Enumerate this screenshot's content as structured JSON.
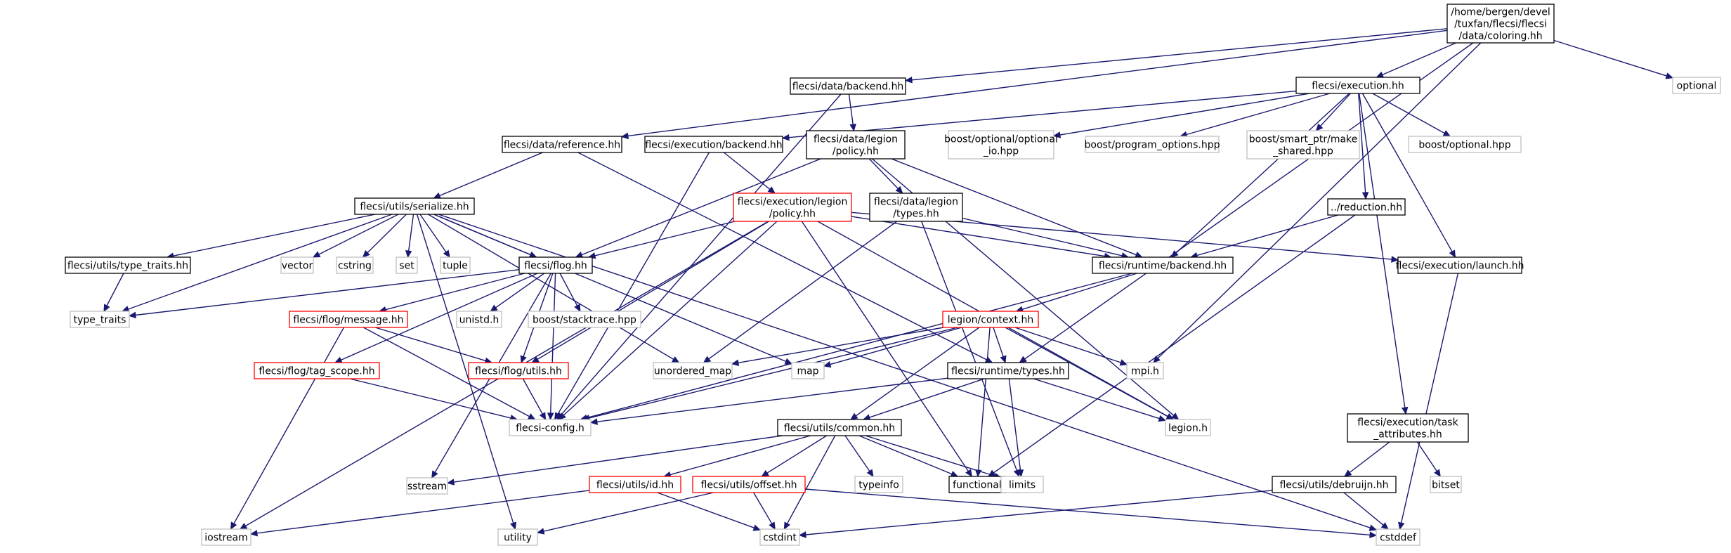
{
  "colors": {
    "edge": "#191970",
    "root_fill": "#bfbfbf",
    "border_normal": "#000000",
    "border_truncated": "#ff0000",
    "border_system": "#bfbfbf"
  },
  "nodes": [
    {
      "id": "root",
      "lines": [
        "/home/bergen/devel",
        "/tuxfan/flecsi/flecsi",
        "/data/coloring.hh"
      ],
      "kind": "root"
    },
    {
      "id": "data_backend",
      "lines": [
        "flecsi/data/backend.hh"
      ],
      "kind": "normal"
    },
    {
      "id": "execution",
      "lines": [
        "flecsi/execution.hh"
      ],
      "kind": "normal"
    },
    {
      "id": "optional",
      "lines": [
        "optional"
      ],
      "kind": "system"
    },
    {
      "id": "data_reference",
      "lines": [
        "flecsi/data/reference.hh"
      ],
      "kind": "normal"
    },
    {
      "id": "exec_backend",
      "lines": [
        "flecsi/execution/backend.hh"
      ],
      "kind": "normal"
    },
    {
      "id": "data_legion_policy",
      "lines": [
        "flecsi/data/legion",
        "/policy.hh"
      ],
      "kind": "normal"
    },
    {
      "id": "boost_optional_io",
      "lines": [
        "boost/optional/optional",
        "_io.hpp"
      ],
      "kind": "system"
    },
    {
      "id": "boost_program_options",
      "lines": [
        "boost/program_options.hpp"
      ],
      "kind": "system"
    },
    {
      "id": "boost_make_shared",
      "lines": [
        "boost/smart_ptr/make",
        "_shared.hpp"
      ],
      "kind": "system"
    },
    {
      "id": "boost_optional",
      "lines": [
        "boost/optional.hpp"
      ],
      "kind": "system"
    },
    {
      "id": "utils_serialize",
      "lines": [
        "flecsi/utils/serialize.hh"
      ],
      "kind": "normal"
    },
    {
      "id": "exec_legion_policy",
      "lines": [
        "flecsi/execution/legion",
        "/policy.hh"
      ],
      "kind": "truncated"
    },
    {
      "id": "data_legion_types",
      "lines": [
        "flecsi/data/legion",
        "/types.hh"
      ],
      "kind": "normal"
    },
    {
      "id": "reduction",
      "lines": [
        "../reduction.hh"
      ],
      "kind": "normal"
    },
    {
      "id": "utils_type_traits",
      "lines": [
        "flecsi/utils/type_traits.hh"
      ],
      "kind": "normal"
    },
    {
      "id": "vector",
      "lines": [
        "vector"
      ],
      "kind": "system"
    },
    {
      "id": "cstring",
      "lines": [
        "cstring"
      ],
      "kind": "system"
    },
    {
      "id": "set",
      "lines": [
        "set"
      ],
      "kind": "system"
    },
    {
      "id": "tuple",
      "lines": [
        "tuple"
      ],
      "kind": "system"
    },
    {
      "id": "flog",
      "lines": [
        "flecsi/flog.hh"
      ],
      "kind": "normal"
    },
    {
      "id": "runtime_backend",
      "lines": [
        "flecsi/runtime/backend.hh"
      ],
      "kind": "normal"
    },
    {
      "id": "exec_launch",
      "lines": [
        "flecsi/execution/launch.hh"
      ],
      "kind": "normal"
    },
    {
      "id": "type_traits",
      "lines": [
        "type_traits"
      ],
      "kind": "system"
    },
    {
      "id": "flog_message",
      "lines": [
        "flecsi/flog/message.hh"
      ],
      "kind": "truncated"
    },
    {
      "id": "unistd",
      "lines": [
        "unistd.h"
      ],
      "kind": "system"
    },
    {
      "id": "boost_stacktrace",
      "lines": [
        "boost/stacktrace.hpp"
      ],
      "kind": "system"
    },
    {
      "id": "legion_context",
      "lines": [
        "legion/context.hh"
      ],
      "kind": "truncated"
    },
    {
      "id": "flog_tag_scope",
      "lines": [
        "flecsi/flog/tag_scope.hh"
      ],
      "kind": "truncated"
    },
    {
      "id": "flog_utils",
      "lines": [
        "flecsi/flog/utils.hh"
      ],
      "kind": "truncated"
    },
    {
      "id": "unordered_map",
      "lines": [
        "unordered_map"
      ],
      "kind": "system"
    },
    {
      "id": "map",
      "lines": [
        "map"
      ],
      "kind": "system"
    },
    {
      "id": "runtime_types",
      "lines": [
        "flecsi/runtime/types.hh"
      ],
      "kind": "normal"
    },
    {
      "id": "mpi",
      "lines": [
        "mpi.h"
      ],
      "kind": "system"
    },
    {
      "id": "flecsi_config",
      "lines": [
        "flecsi-config.h"
      ],
      "kind": "system"
    },
    {
      "id": "legion_h",
      "lines": [
        "legion.h"
      ],
      "kind": "system"
    },
    {
      "id": "exec_task_attributes",
      "lines": [
        "flecsi/execution/task",
        "_attributes.hh"
      ],
      "kind": "normal"
    },
    {
      "id": "utils_common",
      "lines": [
        "flecsi/utils/common.hh"
      ],
      "kind": "normal"
    },
    {
      "id": "bitset",
      "lines": [
        "bitset"
      ],
      "kind": "system"
    },
    {
      "id": "sstream",
      "lines": [
        "sstream"
      ],
      "kind": "system"
    },
    {
      "id": "utils_id",
      "lines": [
        "flecsi/utils/id.hh"
      ],
      "kind": "truncated"
    },
    {
      "id": "utils_offset",
      "lines": [
        "flecsi/utils/offset.hh"
      ],
      "kind": "truncated"
    },
    {
      "id": "typeinfo",
      "lines": [
        "typeinfo"
      ],
      "kind": "system"
    },
    {
      "id": "functional",
      "lines": [
        "functional"
      ],
      "kind": "normal"
    },
    {
      "id": "limits",
      "lines": [
        "limits"
      ],
      "kind": "system"
    },
    {
      "id": "utils_debruijn",
      "lines": [
        "flecsi/utils/debruijn.hh"
      ],
      "kind": "normal"
    },
    {
      "id": "iostream",
      "lines": [
        "iostream"
      ],
      "kind": "system"
    },
    {
      "id": "utility",
      "lines": [
        "utility"
      ],
      "kind": "system"
    },
    {
      "id": "cstdint",
      "lines": [
        "cstdint"
      ],
      "kind": "system"
    },
    {
      "id": "cstddef",
      "lines": [
        "cstddef"
      ],
      "kind": "system"
    }
  ],
  "edges": [
    [
      "root",
      "data_backend"
    ],
    [
      "root",
      "execution"
    ],
    [
      "root",
      "optional"
    ],
    [
      "root",
      "data_reference"
    ],
    [
      "root",
      "runtime_types"
    ],
    [
      "root",
      "mpi"
    ],
    [
      "data_backend",
      "data_legion_policy"
    ],
    [
      "data_backend",
      "flecsi_config"
    ],
    [
      "execution",
      "exec_backend"
    ],
    [
      "execution",
      "boost_optional_io"
    ],
    [
      "execution",
      "boost_program_options"
    ],
    [
      "execution",
      "boost_make_shared"
    ],
    [
      "execution",
      "boost_optional"
    ],
    [
      "execution",
      "reduction"
    ],
    [
      "execution",
      "runtime_backend"
    ],
    [
      "execution",
      "exec_launch"
    ],
    [
      "execution",
      "exec_task_attributes"
    ],
    [
      "data_reference",
      "utils_serialize"
    ],
    [
      "data_reference",
      "runtime_types"
    ],
    [
      "exec_backend",
      "exec_legion_policy"
    ],
    [
      "exec_backend",
      "flecsi_config"
    ],
    [
      "data_legion_policy",
      "data_legion_types"
    ],
    [
      "data_legion_policy",
      "flog"
    ],
    [
      "data_legion_policy",
      "runtime_backend"
    ],
    [
      "data_legion_policy",
      "legion_h"
    ],
    [
      "utils_serialize",
      "utils_type_traits"
    ],
    [
      "utils_serialize",
      "vector"
    ],
    [
      "utils_serialize",
      "cstring"
    ],
    [
      "utils_serialize",
      "set"
    ],
    [
      "utils_serialize",
      "tuple"
    ],
    [
      "utils_serialize",
      "flog"
    ],
    [
      "utils_serialize",
      "type_traits"
    ],
    [
      "utils_serialize",
      "map"
    ],
    [
      "utils_serialize",
      "unordered_map"
    ],
    [
      "utils_serialize",
      "cstddef"
    ],
    [
      "utils_serialize",
      "utility"
    ],
    [
      "exec_legion_policy",
      "flog"
    ],
    [
      "exec_legion_policy",
      "runtime_backend"
    ],
    [
      "exec_legion_policy",
      "exec_launch"
    ],
    [
      "exec_legion_policy",
      "flecsi_config"
    ],
    [
      "exec_legion_policy",
      "flog_utils"
    ],
    [
      "exec_legion_policy",
      "legion_h"
    ],
    [
      "exec_legion_policy",
      "functional"
    ],
    [
      "exec_legion_policy",
      "iostream"
    ],
    [
      "data_legion_types",
      "runtime_backend"
    ],
    [
      "data_legion_types",
      "unordered_map"
    ],
    [
      "data_legion_types",
      "limits"
    ],
    [
      "reduction",
      "runtime_backend"
    ],
    [
      "reduction",
      "functional"
    ],
    [
      "utils_type_traits",
      "type_traits"
    ],
    [
      "flog",
      "type_traits"
    ],
    [
      "flog",
      "flog_message"
    ],
    [
      "flog",
      "unistd"
    ],
    [
      "flog",
      "boost_stacktrace"
    ],
    [
      "flog",
      "flog_tag_scope"
    ],
    [
      "flog",
      "flog_utils"
    ],
    [
      "flog",
      "flecsi_config"
    ],
    [
      "flog",
      "sstream"
    ],
    [
      "runtime_backend",
      "legion_context"
    ],
    [
      "runtime_backend",
      "flecsi_config"
    ],
    [
      "exec_launch",
      "cstddef"
    ],
    [
      "flog_message",
      "flog_utils"
    ],
    [
      "flog_message",
      "flecsi_config"
    ],
    [
      "flog_message",
      "iostream"
    ],
    [
      "legion_context",
      "unordered_map"
    ],
    [
      "legion_context",
      "map"
    ],
    [
      "legion_context",
      "runtime_types"
    ],
    [
      "legion_context",
      "mpi"
    ],
    [
      "legion_context",
      "legion_h"
    ],
    [
      "legion_context",
      "flecsi_config"
    ],
    [
      "legion_context",
      "utils_common"
    ],
    [
      "legion_context",
      "functional"
    ],
    [
      "flog_tag_scope",
      "flecsi_config"
    ],
    [
      "flog_utils",
      "flecsi_config"
    ],
    [
      "runtime_types",
      "flecsi_config"
    ],
    [
      "runtime_types",
      "legion_h"
    ],
    [
      "runtime_types",
      "utils_common"
    ],
    [
      "runtime_types",
      "limits"
    ],
    [
      "exec_task_attributes",
      "utils_debruijn"
    ],
    [
      "exec_task_attributes",
      "bitset"
    ],
    [
      "utils_common",
      "sstream"
    ],
    [
      "utils_common",
      "utils_id"
    ],
    [
      "utils_common",
      "utils_offset"
    ],
    [
      "utils_common",
      "typeinfo"
    ],
    [
      "utils_common",
      "functional"
    ],
    [
      "utils_common",
      "limits"
    ],
    [
      "utils_common",
      "cstdint"
    ],
    [
      "utils_id",
      "iostream"
    ],
    [
      "utils_id",
      "cstdint"
    ],
    [
      "utils_offset",
      "utility"
    ],
    [
      "utils_offset",
      "cstdint"
    ],
    [
      "utils_offset",
      "cstddef"
    ],
    [
      "utils_debruijn",
      "cstdint"
    ],
    [
      "utils_debruijn",
      "cstddef"
    ]
  ]
}
